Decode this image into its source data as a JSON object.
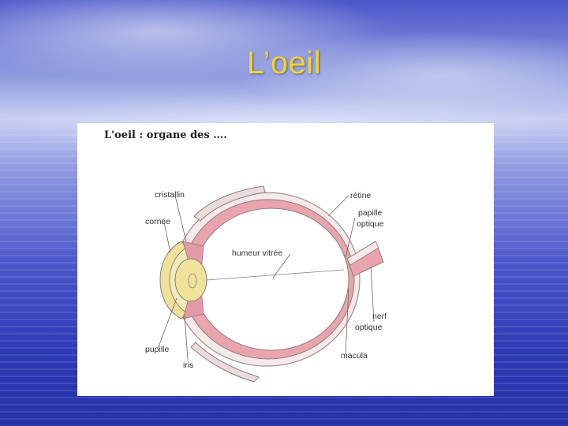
{
  "slide": {
    "title": "L’oeil"
  },
  "diagram": {
    "caption": "L'oeil : organe des ….",
    "labels": {
      "cristallin": "cristallin",
      "cornee": "cornée",
      "pupille": "pupille",
      "iris": "iris",
      "retine": "rétine",
      "papille": "papille",
      "optique1": "optique",
      "humeur": "humeur vitrée",
      "nerf": "nerf",
      "optique2": "optique",
      "macula": "macula"
    }
  },
  "colors": {
    "title": "#f2d52e",
    "retina_pink": "#e9a4b0",
    "lens_yellow": "#efe29b"
  }
}
